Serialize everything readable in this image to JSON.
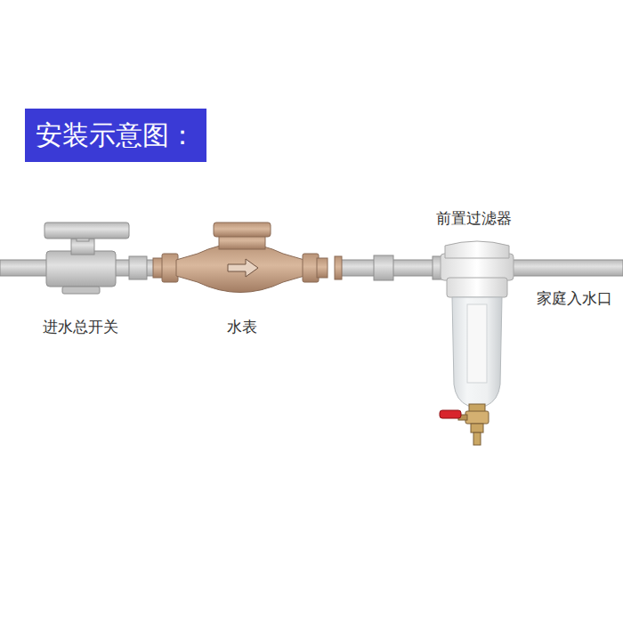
{
  "diagram": {
    "title": "安装示意图：",
    "labels": [
      "前置过滤器",
      "进水总开关",
      "水表",
      "家庭入水口"
    ]
  }
}
